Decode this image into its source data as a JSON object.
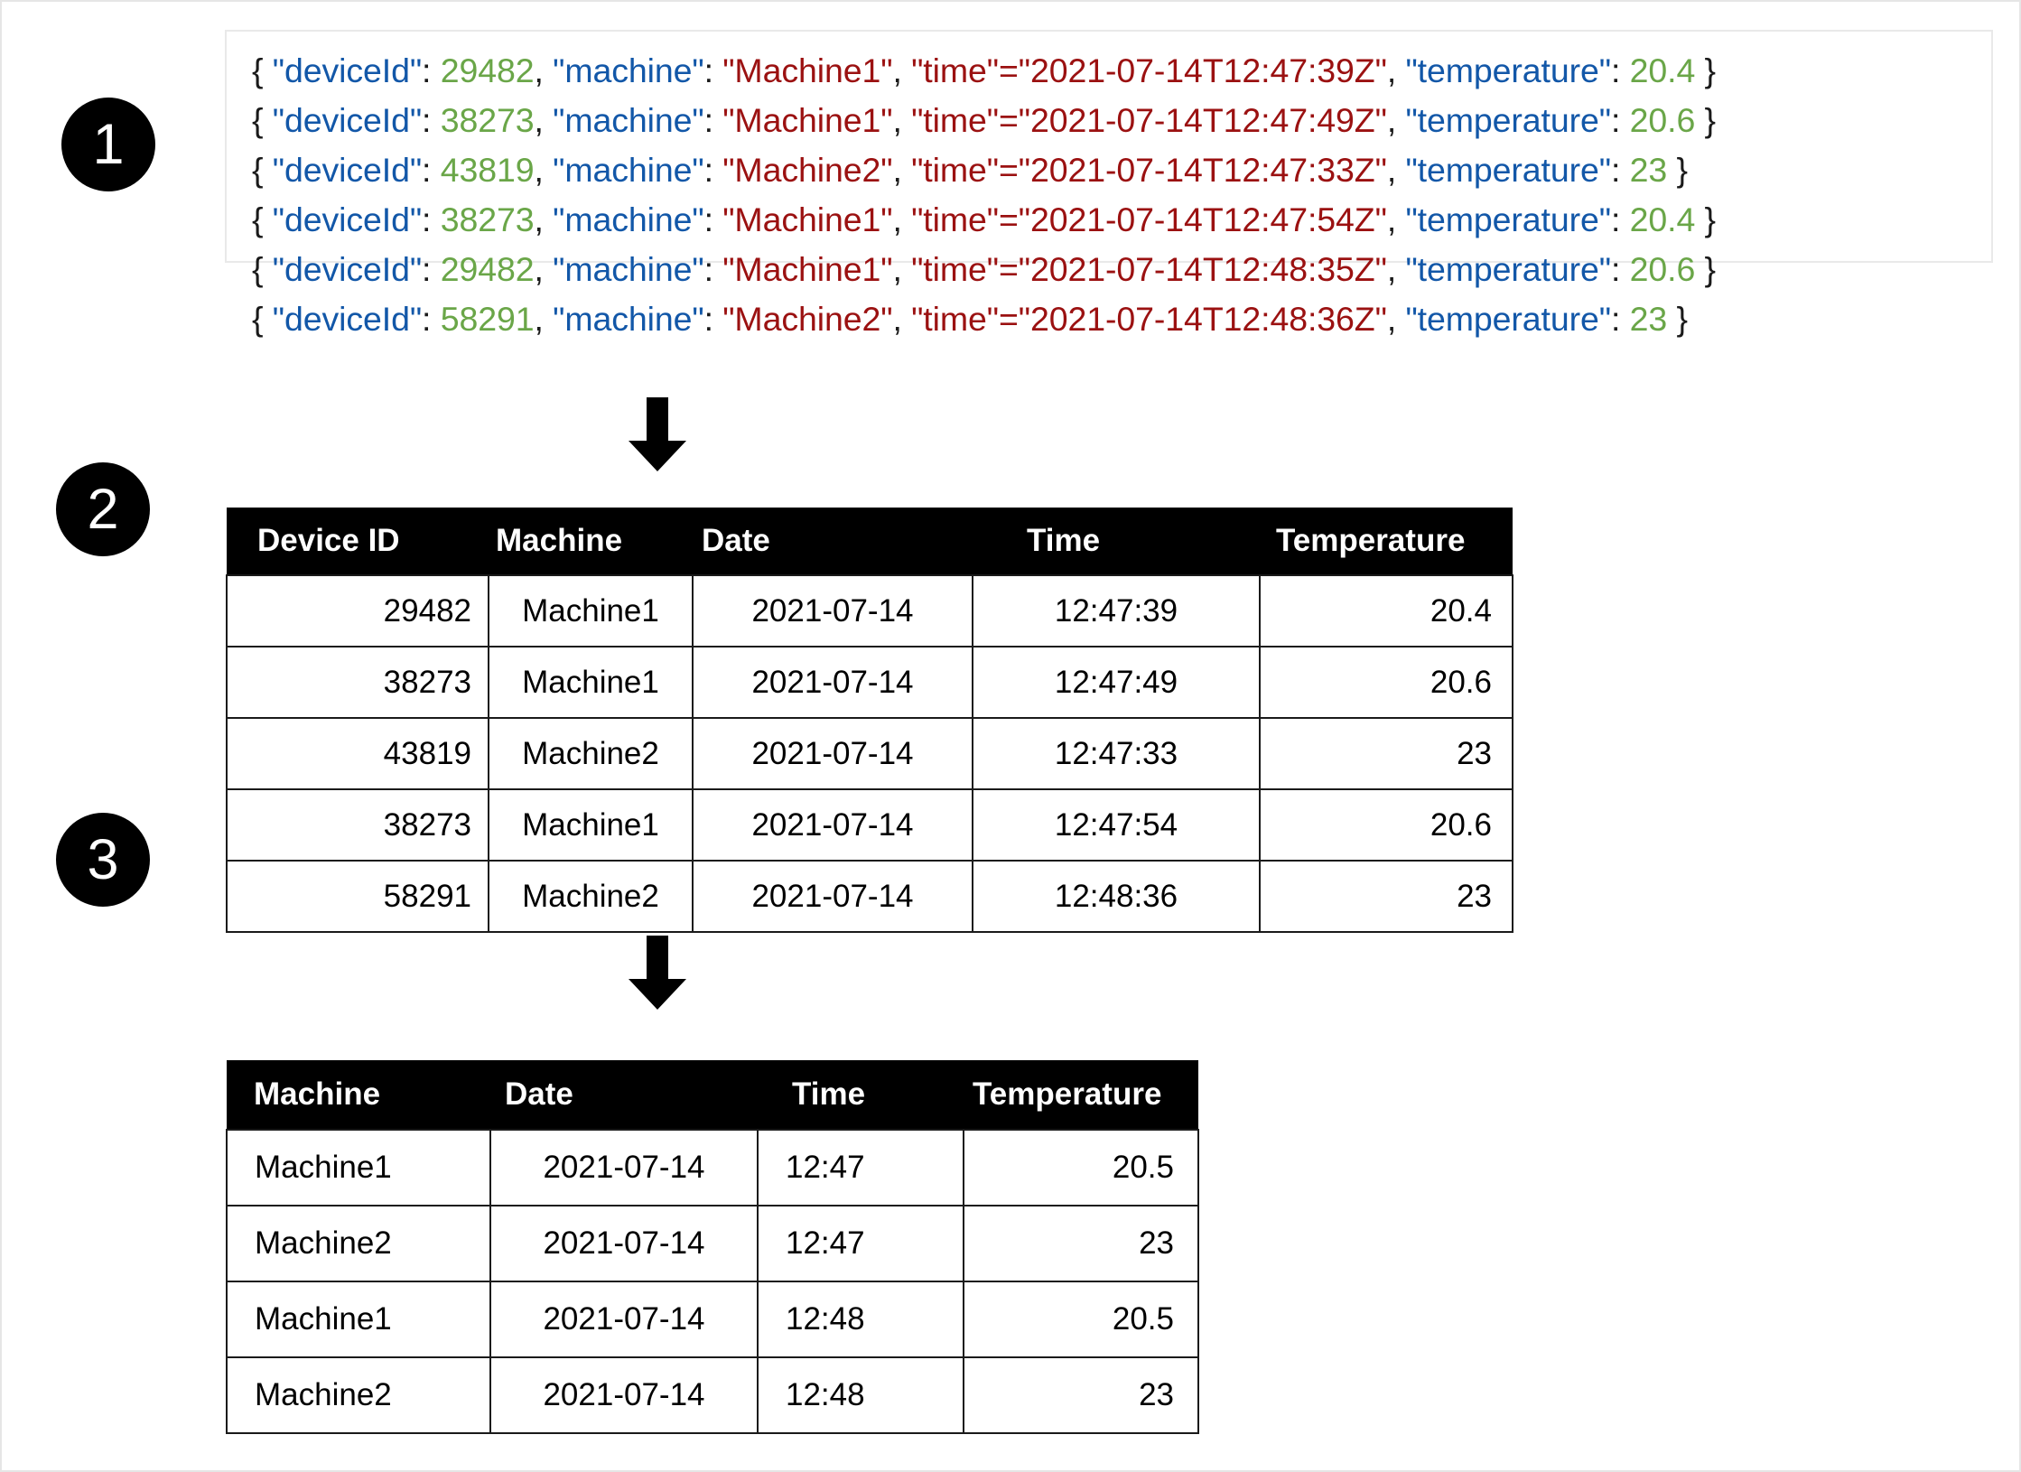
{
  "steps": [
    {
      "number": "1"
    },
    {
      "number": "2"
    },
    {
      "number": "3"
    }
  ],
  "colors": {
    "key": "#1257a8",
    "number": "#6aa648",
    "string": "#9b1111",
    "header_bg": "#000000",
    "badge_bg": "#000000",
    "panel_border": "#e9e9e9"
  },
  "json_payload": {
    "keys": {
      "deviceId": "\"deviceId\"",
      "machine": "\"machine\"",
      "time": "\"time\"",
      "temperature": "\"temperature\""
    },
    "separators": {
      "colon": ": ",
      "equals": "=",
      "comma": ", ",
      "open": "{ ",
      "close": " }"
    },
    "records": [
      {
        "deviceId": "29482",
        "machine": "\"Machine1\"",
        "time": "\"2021-07-14T12:47:39Z\"",
        "temperature": "20.4"
      },
      {
        "deviceId": "38273",
        "machine": "\"Machine1\"",
        "time": "\"2021-07-14T12:47:49Z\"",
        "temperature": "20.6"
      },
      {
        "deviceId": "43819",
        "machine": "\"Machine2\"",
        "time": "\"2021-07-14T12:47:33Z\"",
        "temperature": "23"
      },
      {
        "deviceId": "38273",
        "machine": "\"Machine1\"",
        "time": "\"2021-07-14T12:47:54Z\"",
        "temperature": "20.4"
      },
      {
        "deviceId": "29482",
        "machine": "\"Machine1\"",
        "time": "\"2021-07-14T12:48:35Z\"",
        "temperature": "20.6"
      },
      {
        "deviceId": "58291",
        "machine": "\"Machine2\"",
        "time": "\"2021-07-14T12:48:36Z\"",
        "temperature": "23"
      }
    ]
  },
  "table_detail": {
    "columns": [
      "Device ID",
      "Machine",
      "Date",
      "Time",
      "Temperature"
    ],
    "rows": [
      [
        "29482",
        "Machine1",
        "2021-07-14",
        "12:47:39",
        "20.4"
      ],
      [
        "38273",
        "Machine1",
        "2021-07-14",
        "12:47:49",
        "20.6"
      ],
      [
        "43819",
        "Machine2",
        "2021-07-14",
        "12:47:33",
        "23"
      ],
      [
        "38273",
        "Machine1",
        "2021-07-14",
        "12:47:54",
        "20.6"
      ],
      [
        "58291",
        "Machine2",
        "2021-07-14",
        "12:48:36",
        "23"
      ]
    ]
  },
  "table_aggregate": {
    "columns": [
      "Machine",
      "Date",
      "Time",
      "Temperature"
    ],
    "rows": [
      [
        "Machine1",
        "2021-07-14",
        "12:47",
        "20.5"
      ],
      [
        "Machine2",
        "2021-07-14",
        "12:47",
        "23"
      ],
      [
        "Machine1",
        "2021-07-14",
        "12:48",
        "20.5"
      ],
      [
        "Machine2",
        "2021-07-14",
        "12:48",
        "23"
      ]
    ]
  }
}
